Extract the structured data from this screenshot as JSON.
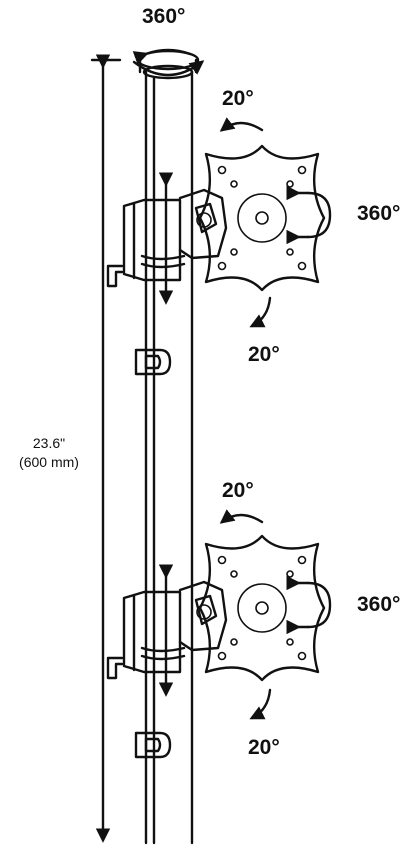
{
  "labels": {
    "pole_rotation": "360°",
    "upper_tilt_up": "20°",
    "upper_rotation": "360°",
    "upper_tilt_down": "20°",
    "pole_height_in": "23.6\"",
    "pole_height_mm": "(600 mm)",
    "lower_tilt_up": "20°",
    "lower_rotation": "360°",
    "lower_tilt_down": "20°"
  },
  "colors": {
    "ink": "#111111",
    "background": "#ffffff"
  }
}
